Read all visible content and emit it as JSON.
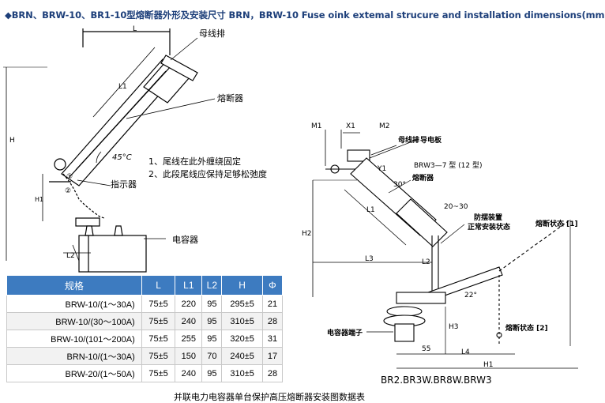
{
  "title": "◆BRN、BRW-10、BR1-10型熔断器外形及安装尺寸 BRN，BRW-10 Fuse oink extemal strucure and installation dimensions(mm)",
  "left_diagram": {
    "labels": {
      "busbar": "母线排",
      "fuse": "熔断器",
      "indicator": "指示器",
      "capacitor": "电容器",
      "note1": "1、尾线在此外缠绕固定",
      "note2": "2、此段尾线应保持足够松弛度",
      "angle": "45°C",
      "dim_L": "L",
      "dim_L1": "L1",
      "dim_L2": "L2",
      "dim_H": "H",
      "dim_H1": "H1",
      "marker_1": "①",
      "marker_2": "②"
    }
  },
  "right_diagram": {
    "labels": {
      "M1": "M1",
      "X1": "X1",
      "M2": "M2",
      "busbar": "母线排",
      "conductor_plate": "导电板",
      "brw_model": "BRW3—7 型 (12 型)",
      "fuse": "熔断器",
      "Y1": "Y1",
      "angle30": "30°",
      "L1": "L1",
      "dim_20_30": "20~30",
      "anti_drop": "防摆装置",
      "normal_state": "正常安装状态",
      "blown_state_1": "熔断状态 [1]",
      "H2": "H2",
      "L3": "L3",
      "L2": "L2",
      "angle22": "22°",
      "H3": "H3",
      "capacitor_terminal": "电容器端子",
      "blown_state_2": "熔断状态 [2]",
      "dim_55": "55",
      "L4": "L4",
      "H1": "H1",
      "model_line": "BR2.BR3W.BR8W.BRW3"
    }
  },
  "table": {
    "headers": [
      "规格",
      "L",
      "L1",
      "L2",
      "H",
      "Φ"
    ],
    "rows": [
      [
        "BRW-10/(1～30A)",
        "75±5",
        "220",
        "95",
        "295±5",
        "21"
      ],
      [
        "BRW-10/(30～100A)",
        "75±5",
        "240",
        "95",
        "310±5",
        "28"
      ],
      [
        "BRW-10/(101～200A)",
        "75±5",
        "255",
        "95",
        "320±5",
        "31"
      ],
      [
        "BRN-10/(1～30A)",
        "75±5",
        "150",
        "70",
        "240±5",
        "17"
      ],
      [
        "BRW-20/(1～50A)",
        "75±5",
        "240",
        "95",
        "310±5",
        "28"
      ]
    ]
  },
  "caption": "并联电力电容器单台保护高压熔断器安装图数据表",
  "colors": {
    "title": "#1d3f7a",
    "table_header": "#3d7bc0"
  }
}
